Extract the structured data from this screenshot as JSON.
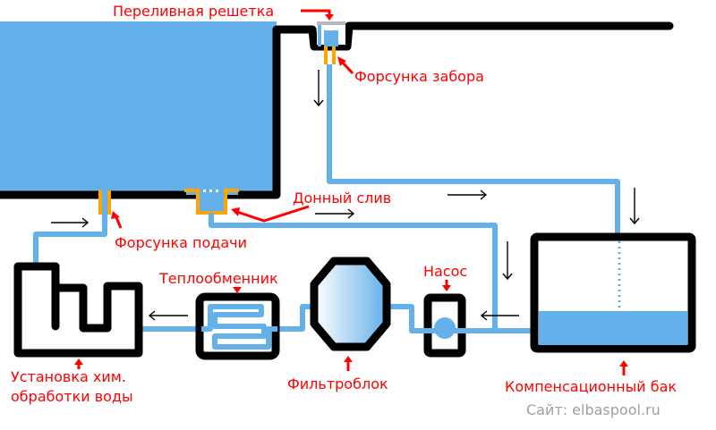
{
  "diagram": {
    "title": "Схема переливного бассейна",
    "colors": {
      "water": "#63b0ea",
      "walls": "#000000",
      "nozzle": "#ffa500",
      "label": "#ff0000",
      "site": "#a0a0a0"
    },
    "labels": {
      "overflow_grate": "Переливная решетка",
      "intake_nozzle": "Форсунка забора",
      "bottom_drain": "Донный слив",
      "supply_nozzle": "Форсунка подачи",
      "heat_exchanger": "Теплообменник",
      "pump": "Насос",
      "chem_unit_line1": "Установка хим.",
      "chem_unit_line2": "обработки воды",
      "filter_block": "Фильтроблок",
      "compensation_tank": "Компенсационный бак"
    },
    "site_credit": "Сайт: elbaspool.ru",
    "flow_arrows": [
      {
        "id": "intake-down",
        "direction": "down"
      },
      {
        "id": "top-line-right",
        "direction": "right"
      },
      {
        "id": "into-tank-down",
        "direction": "down"
      },
      {
        "id": "drain-line-right",
        "direction": "right"
      },
      {
        "id": "drain-down",
        "direction": "down"
      },
      {
        "id": "to-pump-left",
        "direction": "left"
      },
      {
        "id": "to-chem-left",
        "direction": "left"
      },
      {
        "id": "to-pool-right",
        "direction": "right"
      }
    ]
  }
}
